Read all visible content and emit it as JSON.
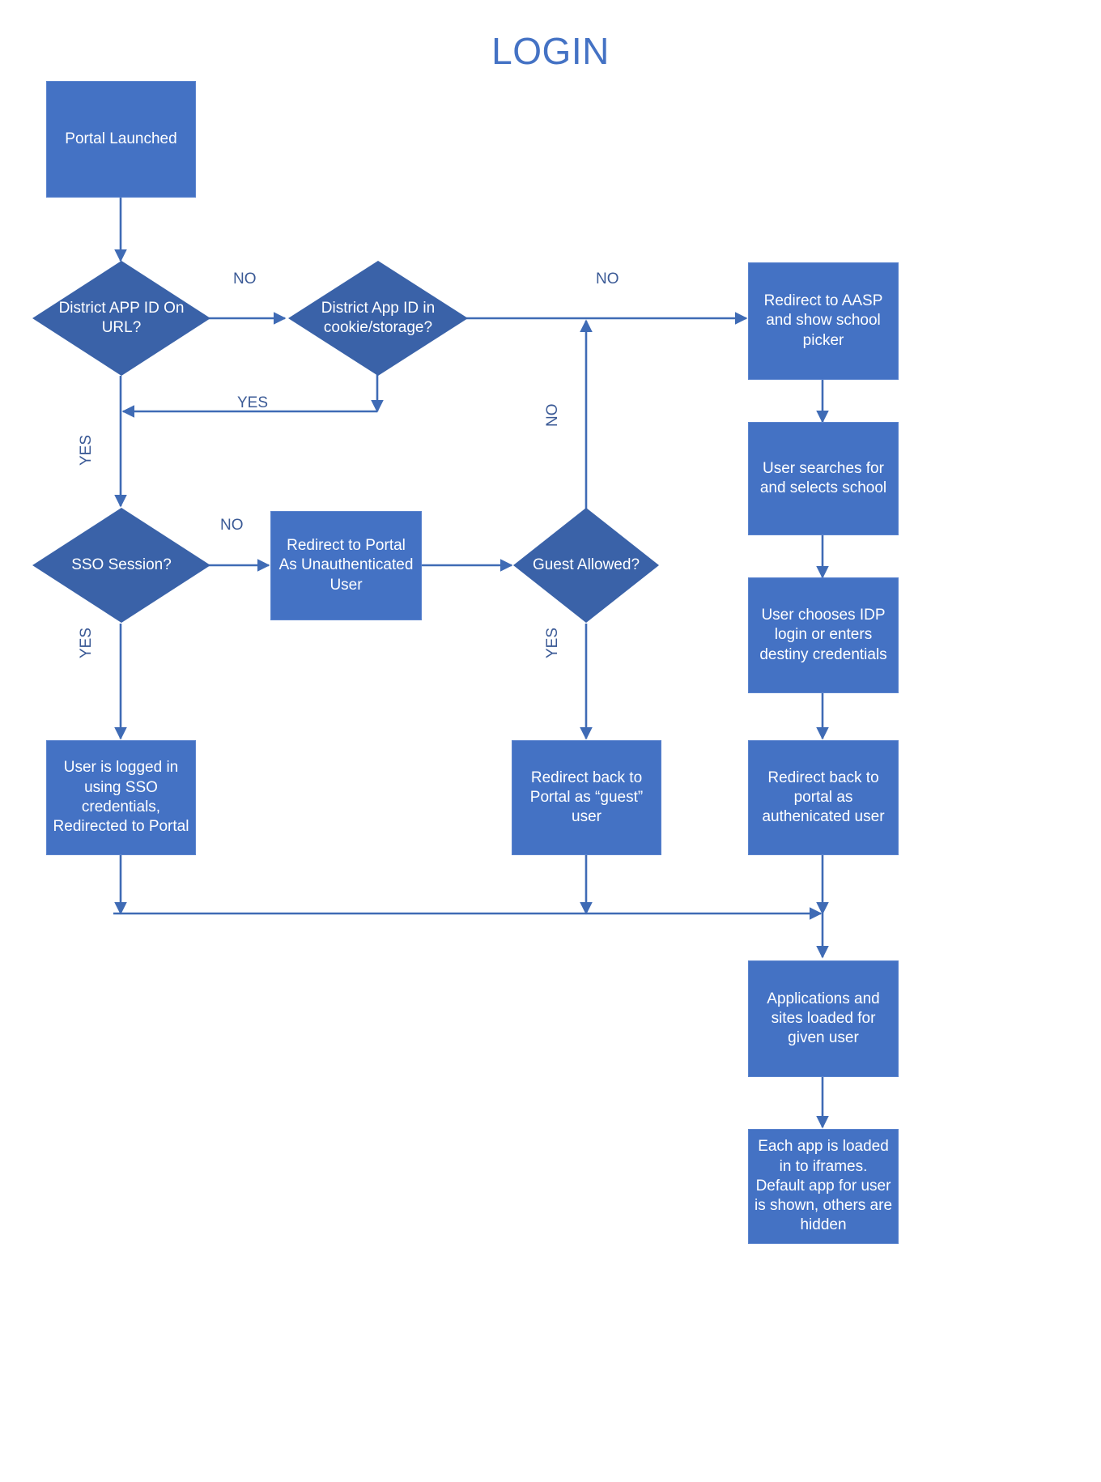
{
  "diagram": {
    "title": "LOGIN",
    "type": "flowchart",
    "colors": {
      "node_fill": "#4472C4",
      "node_text": "#FFFFFF",
      "connector": "#3F6BB5",
      "title_text": "#4472C4",
      "label_text": "#3B5A96",
      "background": "#FFFFFF"
    },
    "nodes": [
      {
        "id": "portal-launched",
        "shape": "process",
        "text": "Portal Launched"
      },
      {
        "id": "district-app-id-url",
        "shape": "decision",
        "text": "District APP ID On URL?"
      },
      {
        "id": "district-app-id-cookie",
        "shape": "decision",
        "text": "District App ID in cookie/storage?"
      },
      {
        "id": "redirect-aasp",
        "shape": "process",
        "text": "Redirect to AASP and show school picker"
      },
      {
        "id": "user-searches-school",
        "shape": "process",
        "text": "User searches for and selects school"
      },
      {
        "id": "user-chooses-idp",
        "shape": "process",
        "text": "User chooses IDP login or enters destiny credentials"
      },
      {
        "id": "redirect-authenicated",
        "shape": "process",
        "text": "Redirect back to portal as authenicated user"
      },
      {
        "id": "sso-session",
        "shape": "decision",
        "text": "SSO Session?"
      },
      {
        "id": "redirect-unauth",
        "shape": "process",
        "text": "Redirect to Portal As Unauthenticated User"
      },
      {
        "id": "guest-allowed",
        "shape": "decision",
        "text": "Guest Allowed?"
      },
      {
        "id": "user-logged-in-sso",
        "shape": "process",
        "text": "User is logged in using SSO credentials, Redirected to Portal"
      },
      {
        "id": "redirect-guest",
        "shape": "process",
        "text": "Redirect back to Portal as “guest” user"
      },
      {
        "id": "apps-loaded",
        "shape": "process",
        "text": "Applications and sites loaded for given user"
      },
      {
        "id": "iframes-loaded",
        "shape": "process",
        "text": "Each app is loaded in to iframes. Default app for user is shown, others are hidden"
      }
    ],
    "edge_labels": [
      {
        "id": "no-url-to-cookie",
        "text": "NO"
      },
      {
        "id": "no-cookie-to-aasp",
        "text": "NO"
      },
      {
        "id": "yes-cookie-back",
        "text": "YES"
      },
      {
        "id": "yes-url-down",
        "text": "YES"
      },
      {
        "id": "no-sso-to-unauth",
        "text": "NO"
      },
      {
        "id": "no-guest-up",
        "text": "NO"
      },
      {
        "id": "yes-sso-down",
        "text": "YES"
      },
      {
        "id": "yes-guest-down",
        "text": "YES"
      }
    ]
  }
}
